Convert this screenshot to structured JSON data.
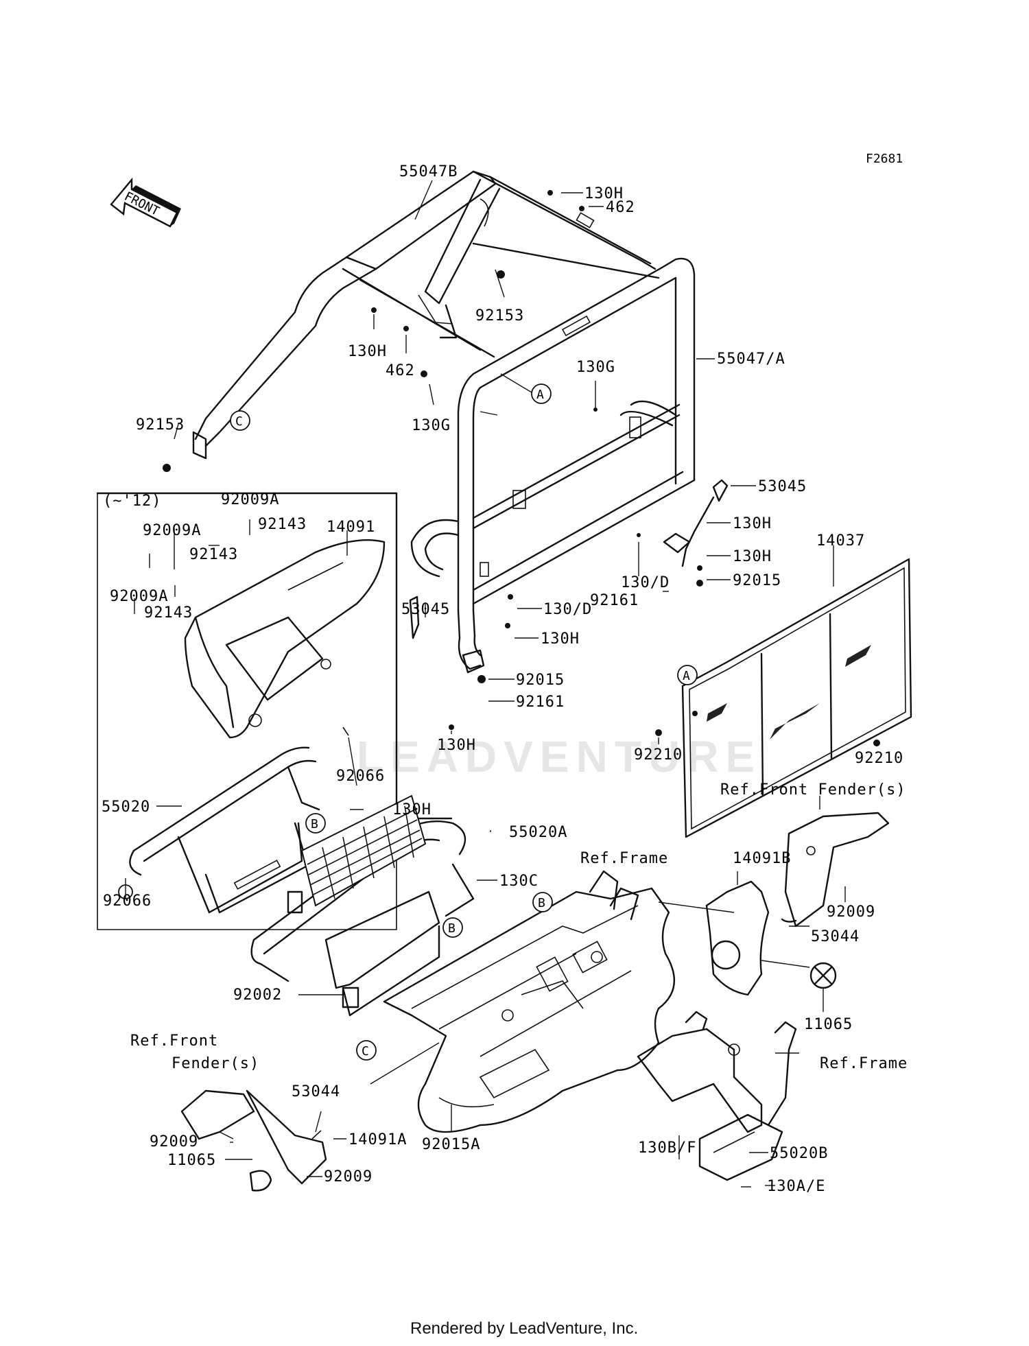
{
  "figure_code": "F2681",
  "front_arrow_label": "FRONT",
  "variant_box_label": "(~'12)",
  "watermark": "LEADVENTURE",
  "footer": "Rendered by LeadVenture, Inc.",
  "callout_letters": {
    "a": "A",
    "b": "B",
    "c": "C"
  },
  "part_labels": {
    "p55047B": "55047B",
    "p130H_top": "130H",
    "p462_top": "462",
    "p92153_top": "92153",
    "p130H_left": "130H",
    "p462_left": "462",
    "p55047A": "55047/A",
    "p130G_right": "130G",
    "p130G_left": "130G",
    "p92153_left": "92153",
    "p92009A_1": "92009A",
    "p92009A_2": "92009A",
    "p92009A_3": "92009A",
    "p92143_1": "92143",
    "p92143_2": "92143",
    "p92143_3": "92143",
    "p14091": "14091",
    "p53045_right": "53045",
    "p130H_r1": "130H",
    "p130H_r2": "130H",
    "p130D_r": "130/D",
    "p92015_r": "92015",
    "p92161_r": "92161",
    "p14037": "14037",
    "p53045_left": "53045",
    "p130D_l": "130/D",
    "p130H_l": "130H",
    "p92015_l": "92015",
    "p92161_l": "92161",
    "p130H_bottom": "130H",
    "p92210_left": "92210",
    "p92210_right": "92210",
    "p92066_top": "92066",
    "p130H_box": "130H",
    "p55020": "55020",
    "p92066_bottom": "92066",
    "ref_front_fender_right": "Ref.Front Fender(s)",
    "p55020A": "55020A",
    "ref_frame_top": "Ref.Frame",
    "p14091B": "14091B",
    "p130C": "130C",
    "p92009_right": "92009",
    "p53044_right": "53044",
    "p92002": "92002",
    "p11065_right": "11065",
    "ref_front_left_1": "Ref.Front",
    "ref_front_left_2": "Fender(s)",
    "ref_frame_right": "Ref.Frame",
    "p53044_left": "53044",
    "p92009_left1": "92009",
    "p14091A": "14091A",
    "p11065_left": "11065",
    "p92009_left2": "92009",
    "p92015A": "92015A",
    "p130BF": "130B/F",
    "p55020B": "55020B",
    "p130AE": "130A/E"
  }
}
